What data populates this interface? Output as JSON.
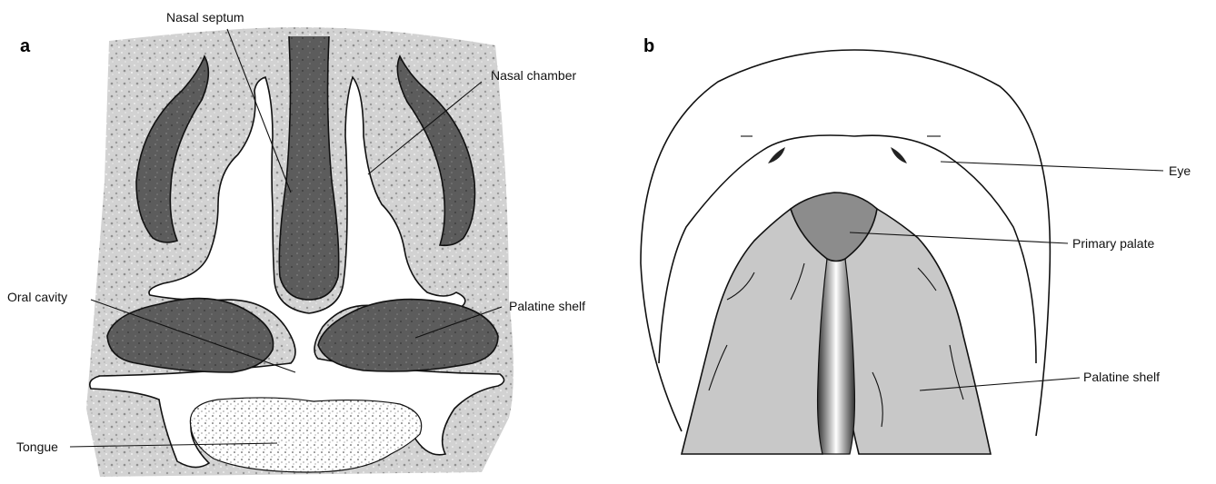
{
  "panel_a": {
    "letter": "a",
    "labels": {
      "nasal_septum": "Nasal septum",
      "nasal_chamber": "Nasal chamber",
      "oral_cavity": "Oral cavity",
      "palatine_shelf": "Palatine shelf",
      "tongue": "Tongue"
    }
  },
  "panel_b": {
    "letter": "b",
    "labels": {
      "eye": "Eye",
      "primary_palate": "Primary palate",
      "palatine_shelf": "Palatine shelf"
    }
  },
  "colors": {
    "mesenchyme": "#cfcfcf",
    "dark_tissue": "#5a5a5a",
    "shelf_light": "#c8c8c8",
    "primary_palate": "#8c8c8c",
    "outline": "#111111"
  }
}
